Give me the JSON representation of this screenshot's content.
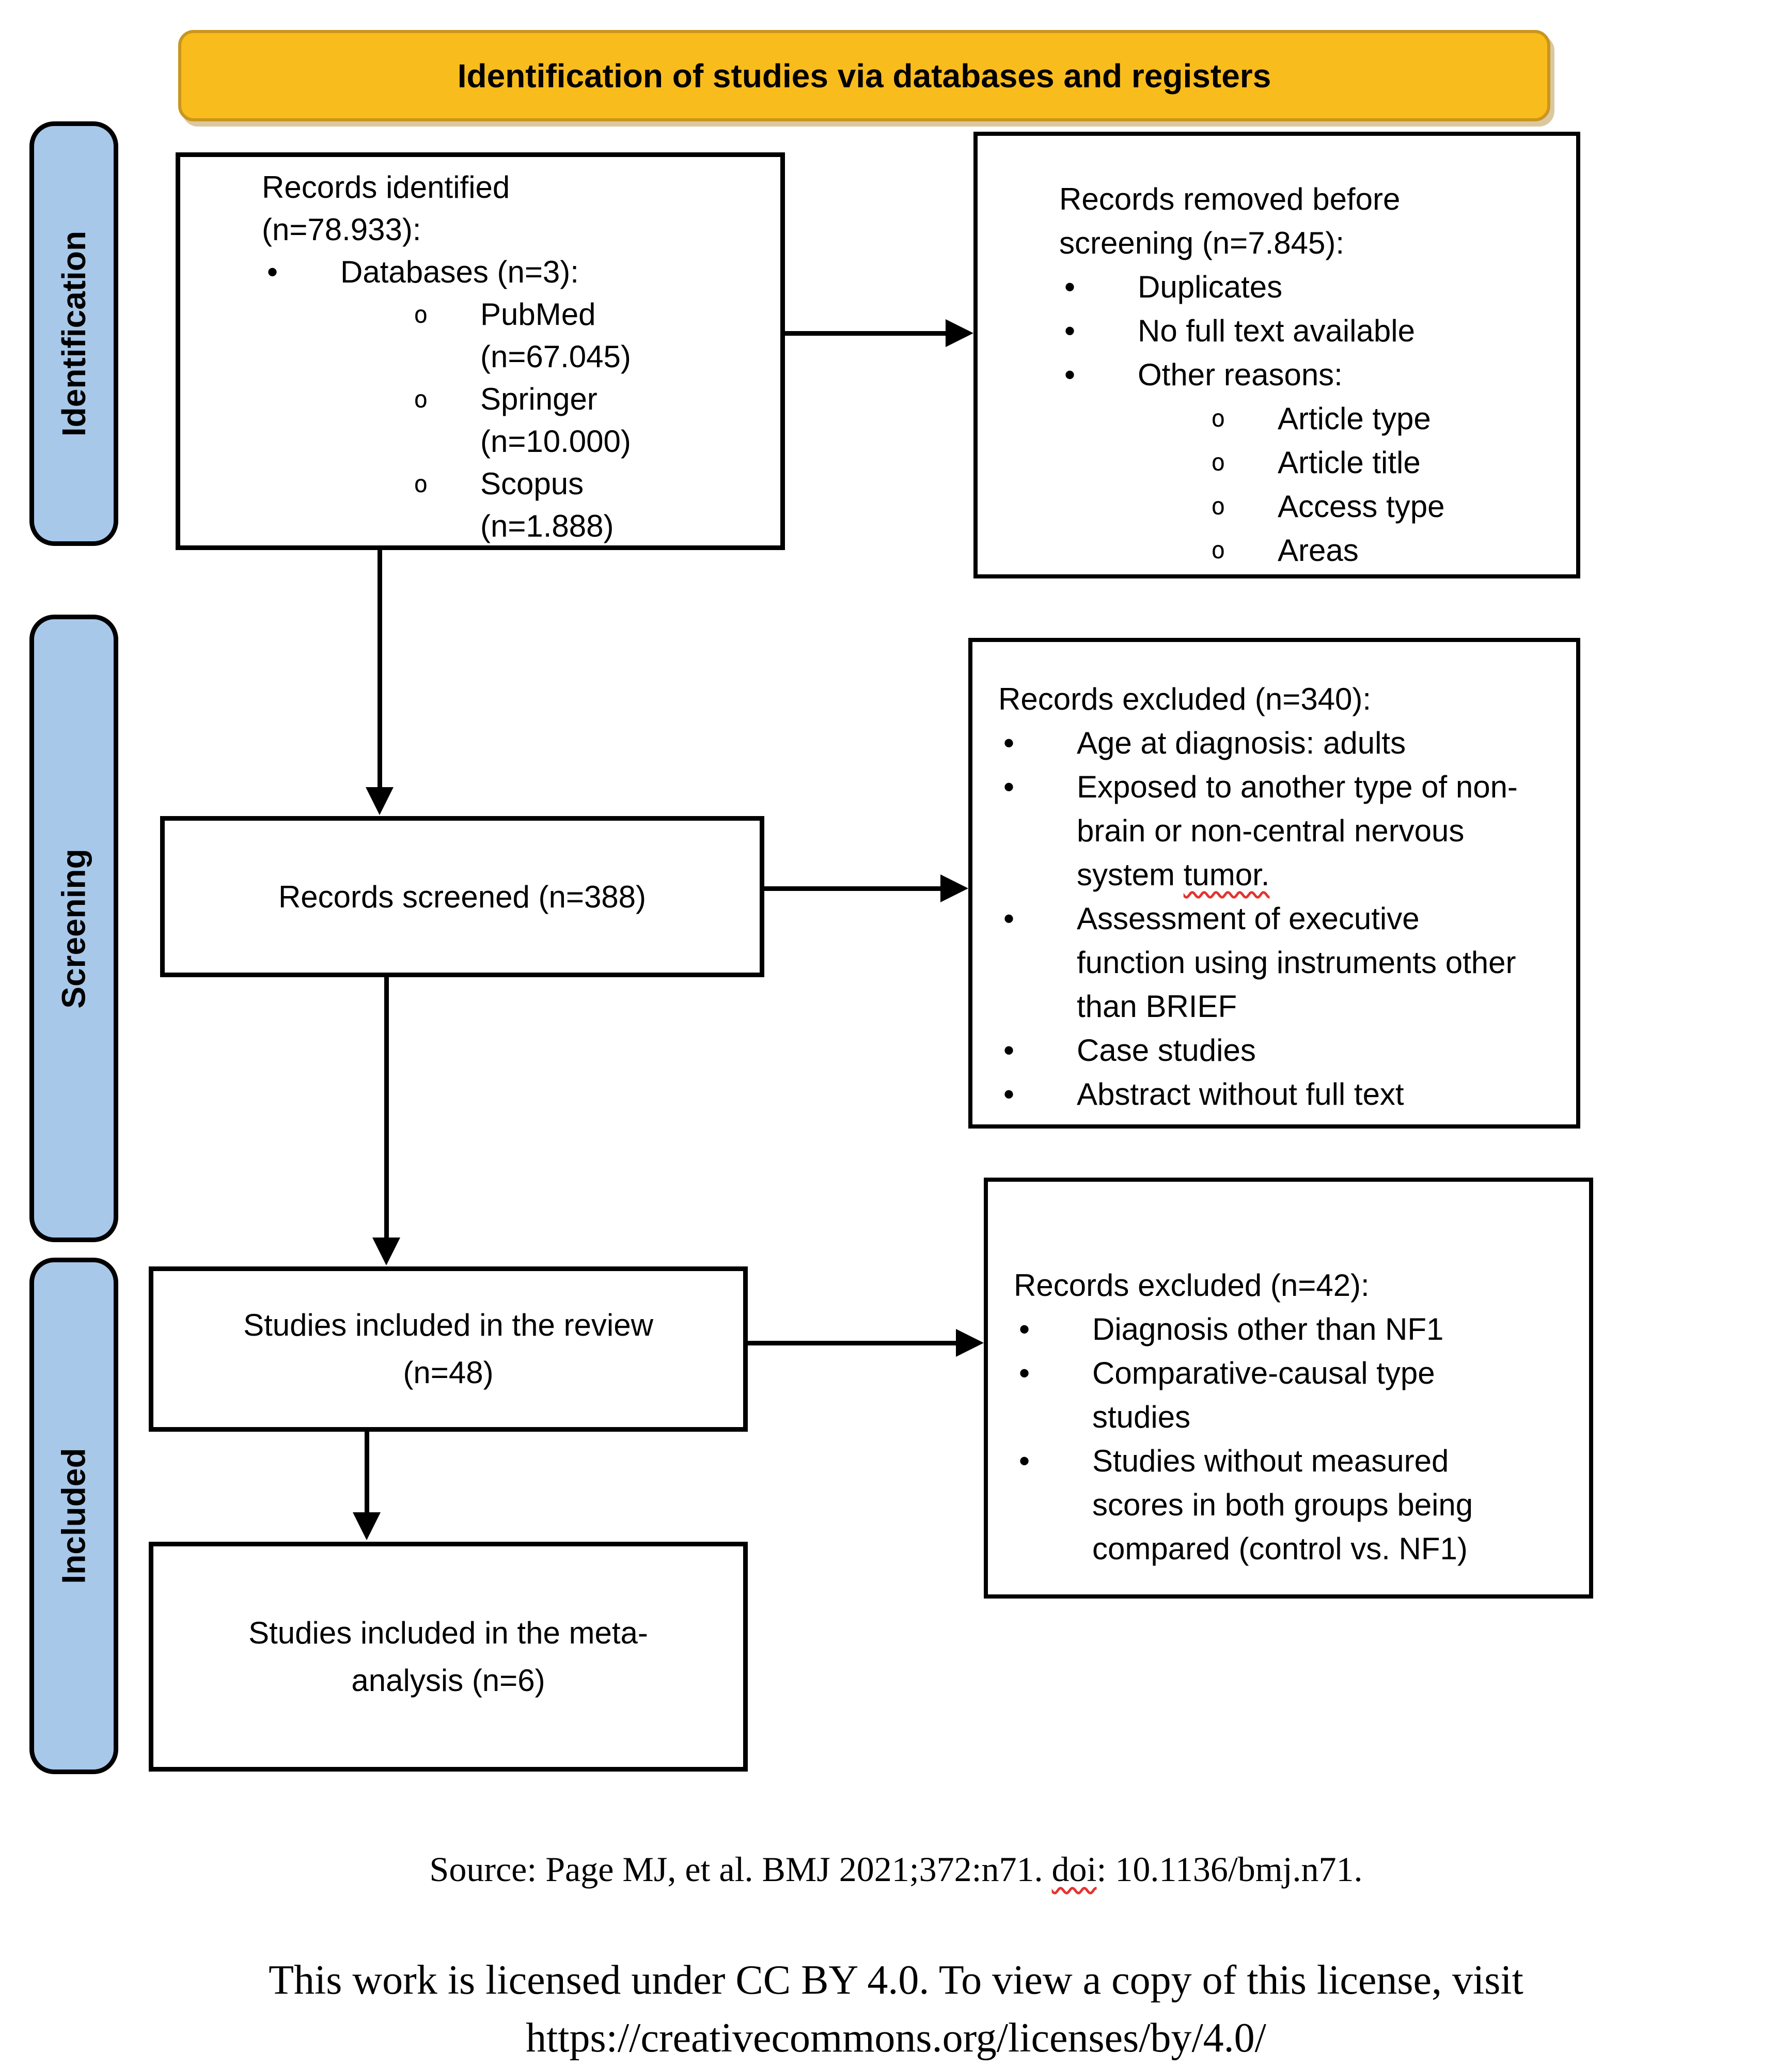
{
  "banner": {
    "title": "Identification of studies via databases and registers"
  },
  "sidebar": [
    {
      "label": "Identification"
    },
    {
      "label": "Screening"
    },
    {
      "label": "Included"
    }
  ],
  "boxes": {
    "identified": {
      "header": [
        "Records identified",
        "(n=78.933):"
      ],
      "bullet": "Databases (n=3):",
      "databases": [
        {
          "lines": [
            "PubMed",
            "(n=67.045)"
          ]
        },
        {
          "lines": [
            "Springer",
            "(n=10.000)"
          ]
        },
        {
          "lines": [
            "Scopus",
            "(n=1.888)"
          ]
        }
      ]
    },
    "removed": {
      "header": [
        "Records removed before",
        "screening (n=7.845):"
      ],
      "bullets": [
        "Duplicates",
        "No full text available",
        "Other reasons:"
      ],
      "sub_bullets": [
        "Article type",
        "Article title",
        "Access type",
        "Areas"
      ]
    },
    "screened": {
      "label": "Records screened (n=388)"
    },
    "excluded_screening": {
      "header": "Records excluded (n=340):",
      "bullet1": "Age at diagnosis: adults",
      "bullet2_text": "Exposed to another type of non-brain or non-central nervous system ",
      "bullet2_marked": "tumor.",
      "bullet3": "Assessment of executive function using instruments other than BRIEF",
      "bullet4": "Case studies",
      "bullet5": "Abstract without full text"
    },
    "included_review": {
      "lines": [
        "Studies included in the review",
        "(n=48)"
      ]
    },
    "excluded_review": {
      "header": "Records excluded (n=42):",
      "bullets": [
        "Diagnosis other than NF1",
        "Comparative-causal type studies",
        "Studies without measured scores in both groups being compared (control vs. NF1)"
      ]
    },
    "meta_analysis": {
      "lines": [
        "Studies included in the meta-",
        "analysis (n=6)"
      ]
    }
  },
  "footer": {
    "source_prefix": "Source: Page MJ, et al. BMJ 2021;372:n71. ",
    "source_doi": "doi",
    "source_suffix": ": 10.1136/bmj.n71.",
    "license_line1": "This work is licensed under CC BY 4.0. To view a copy of this license, visit",
    "license_line2": "https://creativecommons.org/licenses/by/4.0/"
  },
  "glyphs": {
    "bullet_level1": "•",
    "bullet_level2": "o"
  },
  "colors": {
    "banner_fill": "#F9BC1D",
    "banner_border": "#C9961E",
    "sidebar_fill": "#A8C8EA",
    "box_border": "#000000",
    "spellcheck_red": "#E3342F"
  }
}
